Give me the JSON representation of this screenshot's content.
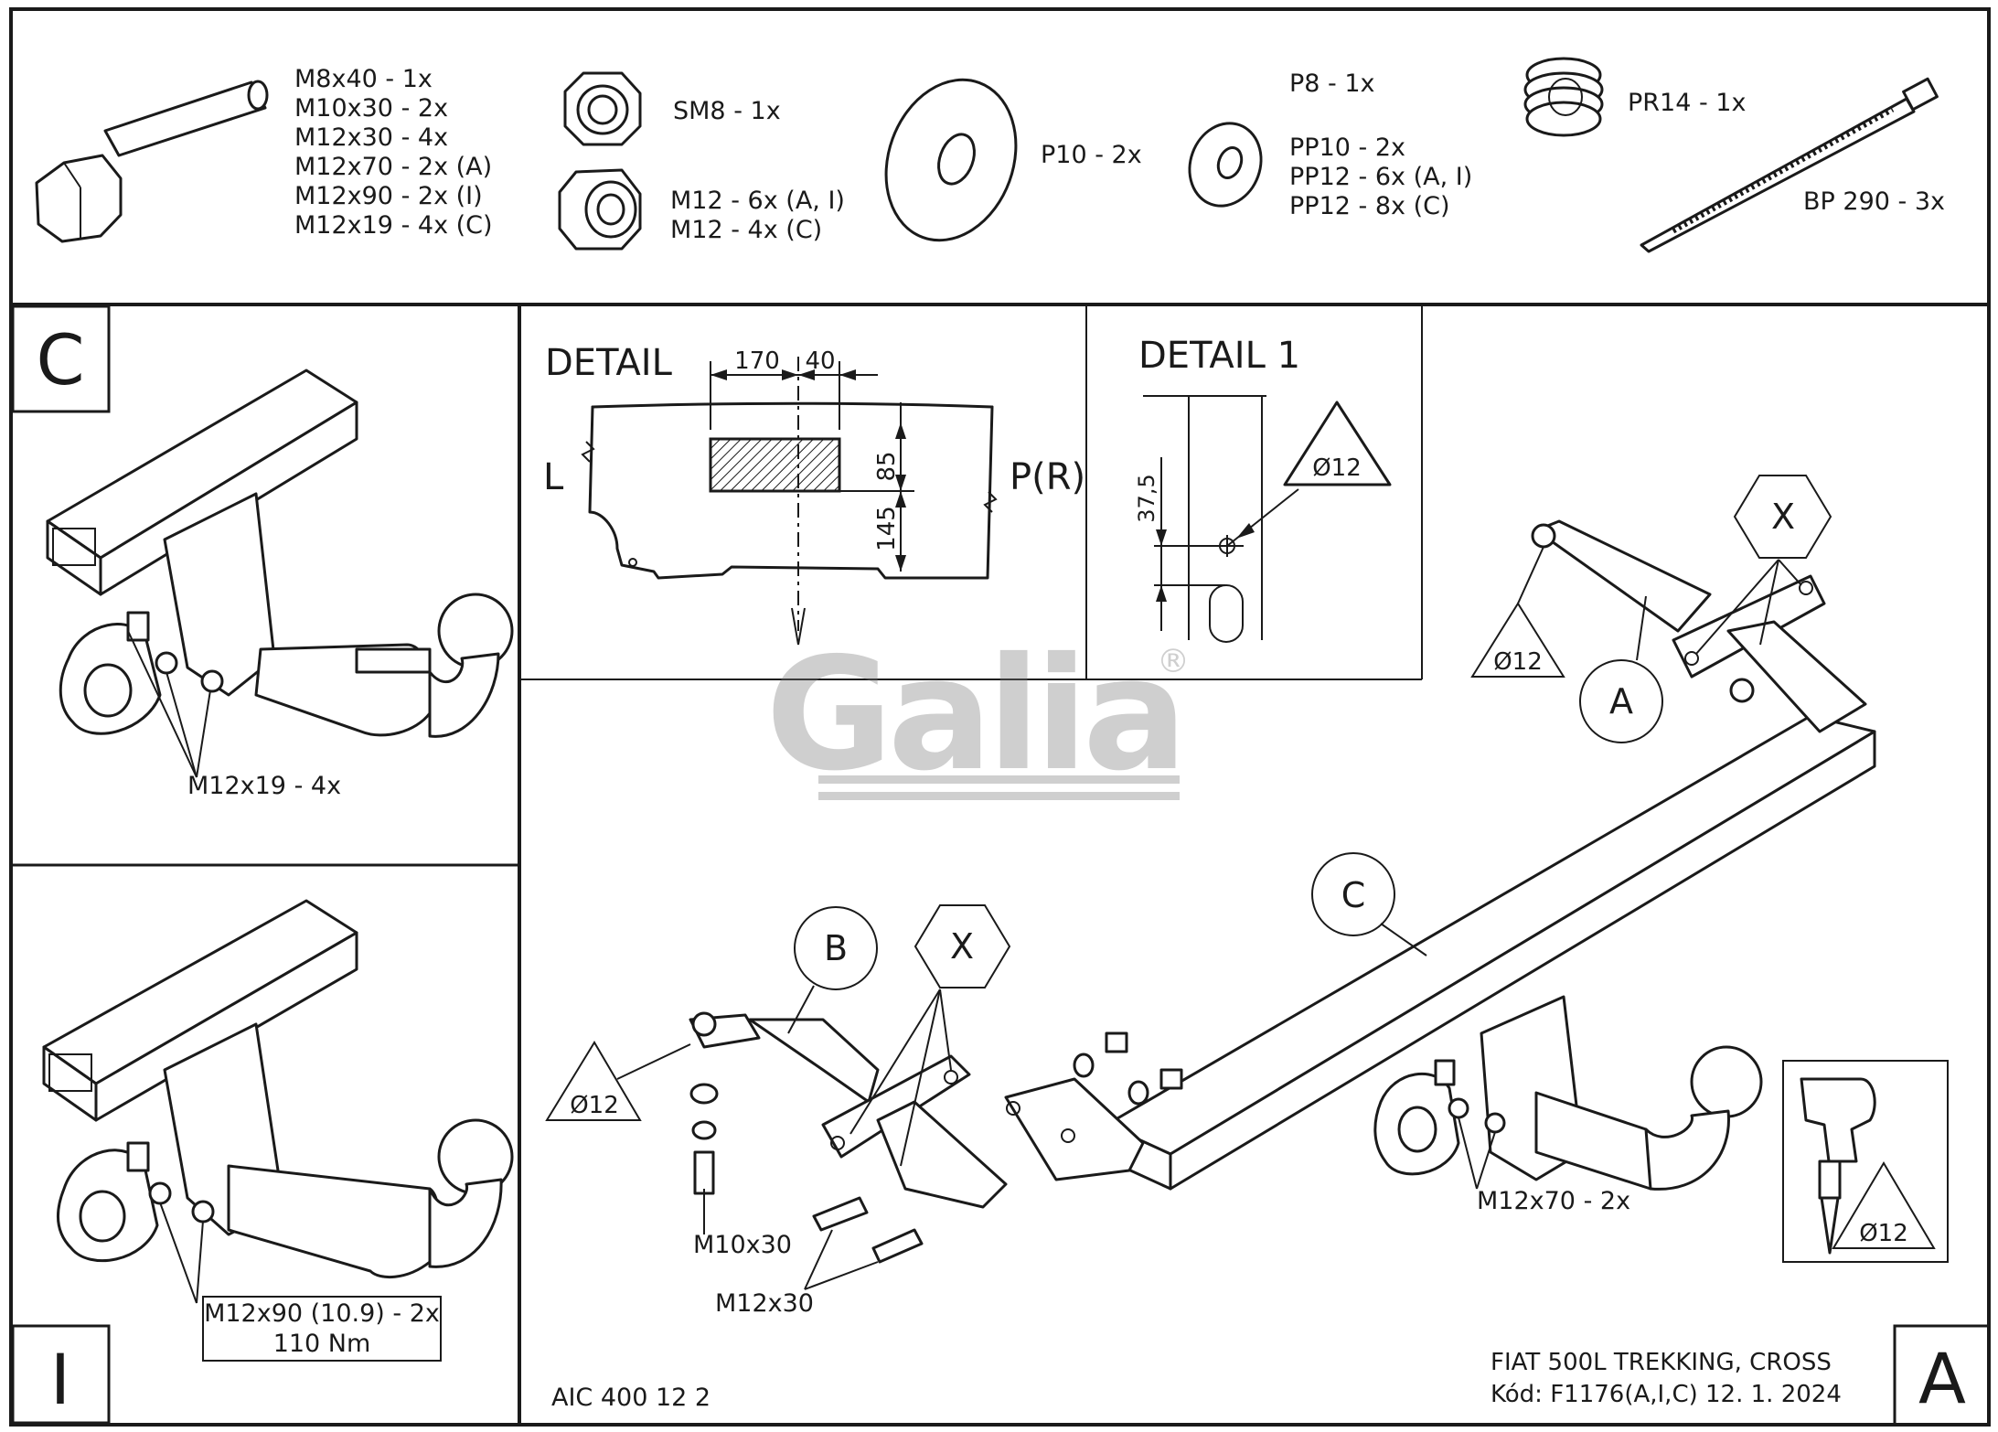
{
  "parts": {
    "bolts": [
      "M8x40 - 1x",
      "M10x30 - 2x",
      "M12x30 - 4x",
      "M12x70 - 2x (A)",
      "M12x90 - 2x (I)",
      "M12x19 - 4x (C)"
    ],
    "locknut": "SM8 - 1x",
    "nuts": [
      "M12 - 6x (A, I)",
      "M12 - 4x (C)"
    ],
    "washer_large": "P10 - 2x",
    "washer_small_single": "P8 - 1x",
    "washers_small": [
      "PP10 - 2x",
      "PP12 - 6x (A, I)",
      "PP12 - 8x (C)"
    ],
    "spring": "PR14 - 1x",
    "cable_tie": "BP 290 - 3x"
  },
  "panel_c": {
    "letter": "C",
    "bolt_label": "M12x19 - 4x"
  },
  "panel_i": {
    "letter": "I",
    "bolt_label": "M12x90 (10.9) - 2x",
    "torque": "110 Nm"
  },
  "detail": {
    "title": "DETAIL",
    "dim_170": "170",
    "dim_40": "40",
    "dim_85": "85",
    "dim_145": "145",
    "left": "L",
    "right": "P(R)"
  },
  "detail1": {
    "title": "DETAIL 1",
    "dim": "37,5",
    "hole": "Ø12"
  },
  "main": {
    "label_a": "A",
    "label_b": "B",
    "label_c": "C",
    "label_x": "X",
    "hole": "Ø12",
    "m10x30": "M10x30",
    "m12x30": "M12x30",
    "m12x70": "M12x70 - 2x"
  },
  "watermark": {
    "brand": "Galia",
    "mark": "®"
  },
  "footer": {
    "code": "AIC 400 12 2",
    "vehicle": "FIAT 500L TREKKING, CROSS",
    "kod": "Kód: F1176(A,I,C)  12. 1. 2024",
    "letter": "A"
  },
  "drill": {
    "hole": "Ø12"
  }
}
